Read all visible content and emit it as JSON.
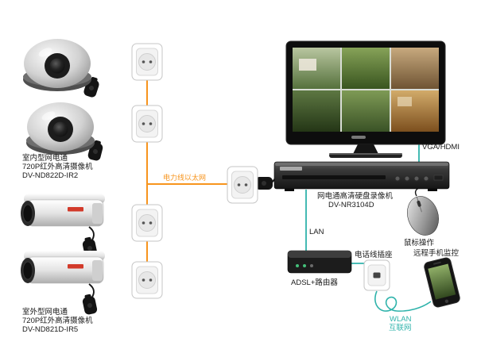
{
  "colors": {
    "powerline": "#f7941d",
    "network": "#2fb3ab",
    "cord": "#151515"
  },
  "labels": {
    "indoor_camera": {
      "line1": "室内型网电通",
      "line2": "720P红外高清摄像机",
      "line3": "DV-ND822D-IR2"
    },
    "outdoor_camera": {
      "line1": "室外型网电通",
      "line2": "720P红外高清摄像机",
      "line3": "DV-ND821D-IR5"
    },
    "powerline": "电力线以太网",
    "vga_hdmi": "VGA/HDMI",
    "nvr": {
      "line1": "网电通高清硬盘录像机",
      "line2": "DV-NR3104D"
    },
    "mouse": "鼠标操作",
    "lan": "LAN",
    "router": "ADSL+路由器",
    "phone_socket": "电话线插座",
    "remote_monitor": "远程手机监控",
    "wlan": {
      "line1": "WLAN",
      "line2": "互联网"
    }
  }
}
